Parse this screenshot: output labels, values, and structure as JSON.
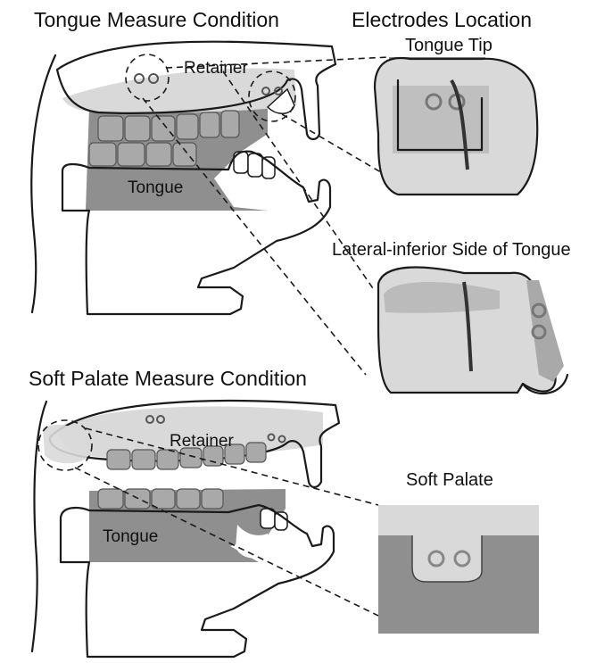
{
  "titles": {
    "tongue_condition": "Tongue Measure Condition",
    "electrodes_location": "Electrodes Location",
    "soft_palate_condition": "Soft Palate Measure Condition"
  },
  "labels": {
    "tongue_tip": "Tongue Tip",
    "lateral_inferior": "Lateral-inferior  Side of Tongue",
    "soft_palate": "Soft Palate",
    "retainer_top": "Retainer",
    "tongue_top": "Tongue",
    "retainer_bottom": "Retainer",
    "tongue_bottom": "Tongue"
  },
  "colors": {
    "tongue_fill": "#8f8f8f",
    "retainer_fill": "#d9d9d9",
    "outline": "#1a1a1a"
  }
}
